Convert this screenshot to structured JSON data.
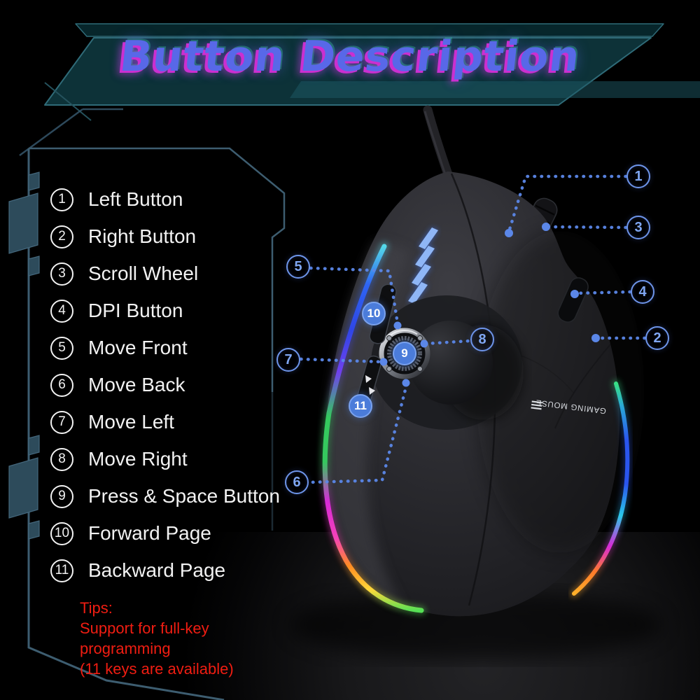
{
  "title": "Button Description",
  "legend": {
    "items": [
      {
        "num": "1",
        "label": "Left Button"
      },
      {
        "num": "2",
        "label": "Right Button"
      },
      {
        "num": "3",
        "label": "Scroll Wheel"
      },
      {
        "num": "4",
        "label": "DPI Button"
      },
      {
        "num": "5",
        "label": "Move Front"
      },
      {
        "num": "6",
        "label": "Move Back"
      },
      {
        "num": "7",
        "label": "Move Left"
      },
      {
        "num": "8",
        "label": "Move Right"
      },
      {
        "num": "9",
        "label": "Press & Space Button"
      },
      {
        "num": "10",
        "label": "Forward Page"
      },
      {
        "num": "11",
        "label": "Backward Page"
      }
    ]
  },
  "tips": {
    "heading": "Tips:",
    "lines": [
      "Support for full-key",
      "programming",
      "(11 keys are available)"
    ]
  },
  "callouts": {
    "c1": {
      "num": "1"
    },
    "c2": {
      "num": "2"
    },
    "c3": {
      "num": "3"
    },
    "c4": {
      "num": "4"
    },
    "c5": {
      "num": "5"
    },
    "c6": {
      "num": "6"
    },
    "c7": {
      "num": "7"
    },
    "c8": {
      "num": "8"
    },
    "c9": {
      "num": "9"
    },
    "c10": {
      "num": "10"
    },
    "c11": {
      "num": "11"
    }
  },
  "mouse": {
    "brand": "GAMING MOUSE"
  },
  "colors": {
    "callout_outline_blue": "#6e95ea",
    "callout_fill_blue": "#4b7cda",
    "leader_blue": "#5b87e8",
    "title_blue": "#5868e8",
    "title_magenta": "#cb2fd0",
    "banner_teal_line": "#2f6b78",
    "frame_steel": "#3d5d70",
    "tips_red": "#f01d12",
    "legend_white": "#f2f2f2"
  }
}
